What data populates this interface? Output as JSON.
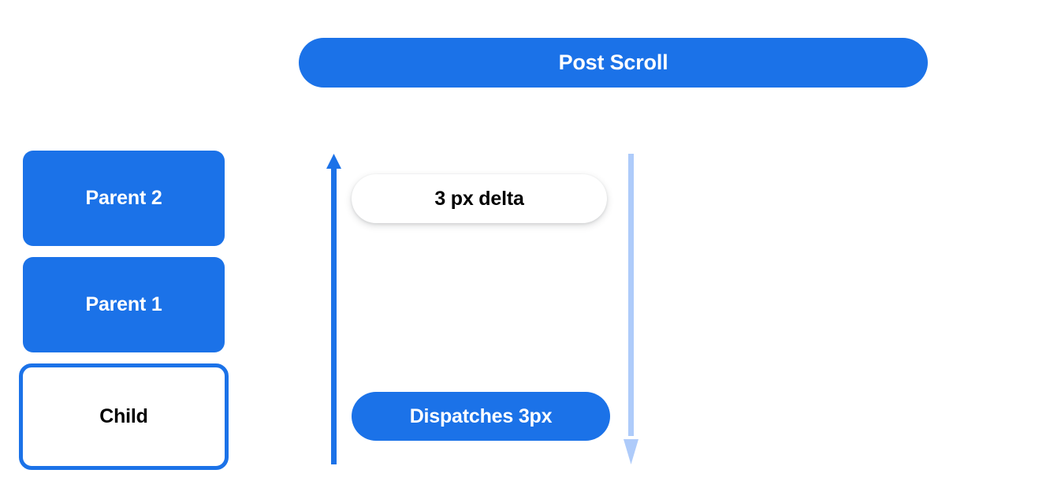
{
  "header": {
    "title": "Post Scroll"
  },
  "hierarchy": {
    "boxes": [
      {
        "label": "Parent 2",
        "style": "filled"
      },
      {
        "label": "Parent 1",
        "style": "filled"
      },
      {
        "label": "Child",
        "style": "outlined"
      }
    ]
  },
  "flow": {
    "delta_pill": "3 px delta",
    "dispatch_pill": "Dispatches 3px",
    "up_arrow_name": "scroll-up-arrow",
    "down_arrow_name": "scroll-down-arrow"
  },
  "colors": {
    "accent_blue": "#1b72e8",
    "light_blue": "#aecbfa",
    "text_on_blue": "#ffffff",
    "text_dark": "#000000",
    "background": "#ffffff"
  }
}
